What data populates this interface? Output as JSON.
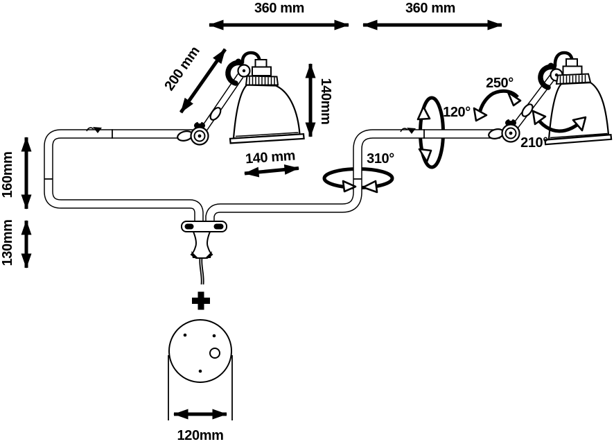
{
  "diagram": {
    "type": "technical-dimension-drawing",
    "subject": "double swing-arm wall lamp with two shades, wall tube and round wall plate",
    "colors": {
      "line": "#000000",
      "background": "#ffffff"
    },
    "dims": {
      "span_left": "360 mm",
      "span_right": "360 mm",
      "arm_length": "200 mm",
      "shade_height": "140mm",
      "shade_diameter": "140 mm",
      "riser_upper": "160mm",
      "riser_lower": "130mm",
      "base_diameter": "120mm"
    },
    "angles": {
      "tube_rotation": "310°",
      "arm_rotation": "120°",
      "elbow_rotation": "250°",
      "shade_rotation": "210°"
    },
    "symbols": {
      "plus": "+"
    }
  }
}
